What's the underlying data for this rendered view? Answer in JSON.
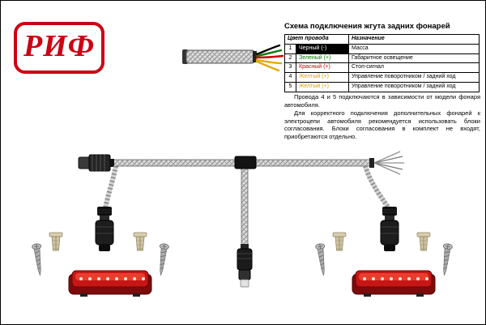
{
  "logo": {
    "text": "РИФ"
  },
  "header": {
    "title": "Схема подключения жгута задних фонарей"
  },
  "table": {
    "col1_header": "Цвет провода",
    "col2_header": "Назначение",
    "rows": [
      {
        "num": "1",
        "wire": "Черный (-)",
        "purpose": "Масса",
        "label_color": "#ffffff",
        "label_bg": "#000000"
      },
      {
        "num": "2",
        "wire": "Зеленый (+)",
        "purpose": "Габаритное освещение",
        "label_color": "#007b00",
        "label_bg": "#ffffff"
      },
      {
        "num": "3",
        "wire": "Красный (+)",
        "purpose": "Стоп-сигнал",
        "label_color": "#d10000",
        "label_bg": "#ffffff"
      },
      {
        "num": "4",
        "wire": "Желтый (+)",
        "purpose": "Управление поворотником / задний ход",
        "label_color": "#dd9f00",
        "label_bg": "#ffffff"
      },
      {
        "num": "5",
        "wire": "Желтый (+)",
        "purpose": "Управление поворотником / задний ход",
        "label_color": "#dd9f00",
        "label_bg": "#ffffff"
      }
    ]
  },
  "notes": {
    "para1": "Провода 4 и 5 подключаются в зависимости от модели фонаря автомобиля.",
    "para2": "Для корректного подключения дополнительных фонарей к электроцепи автомобиля рекомендуется использовать блоки согласования. Блоки согласования в комплект не входят, приобретаются отдельно."
  },
  "colors": {
    "brand_red": "#cc0014",
    "black_wire": "#000000",
    "green_wire": "#007b00",
    "red_wire": "#d10000",
    "yellow_wire": "#dd9f00",
    "light_red": "#c61616"
  }
}
